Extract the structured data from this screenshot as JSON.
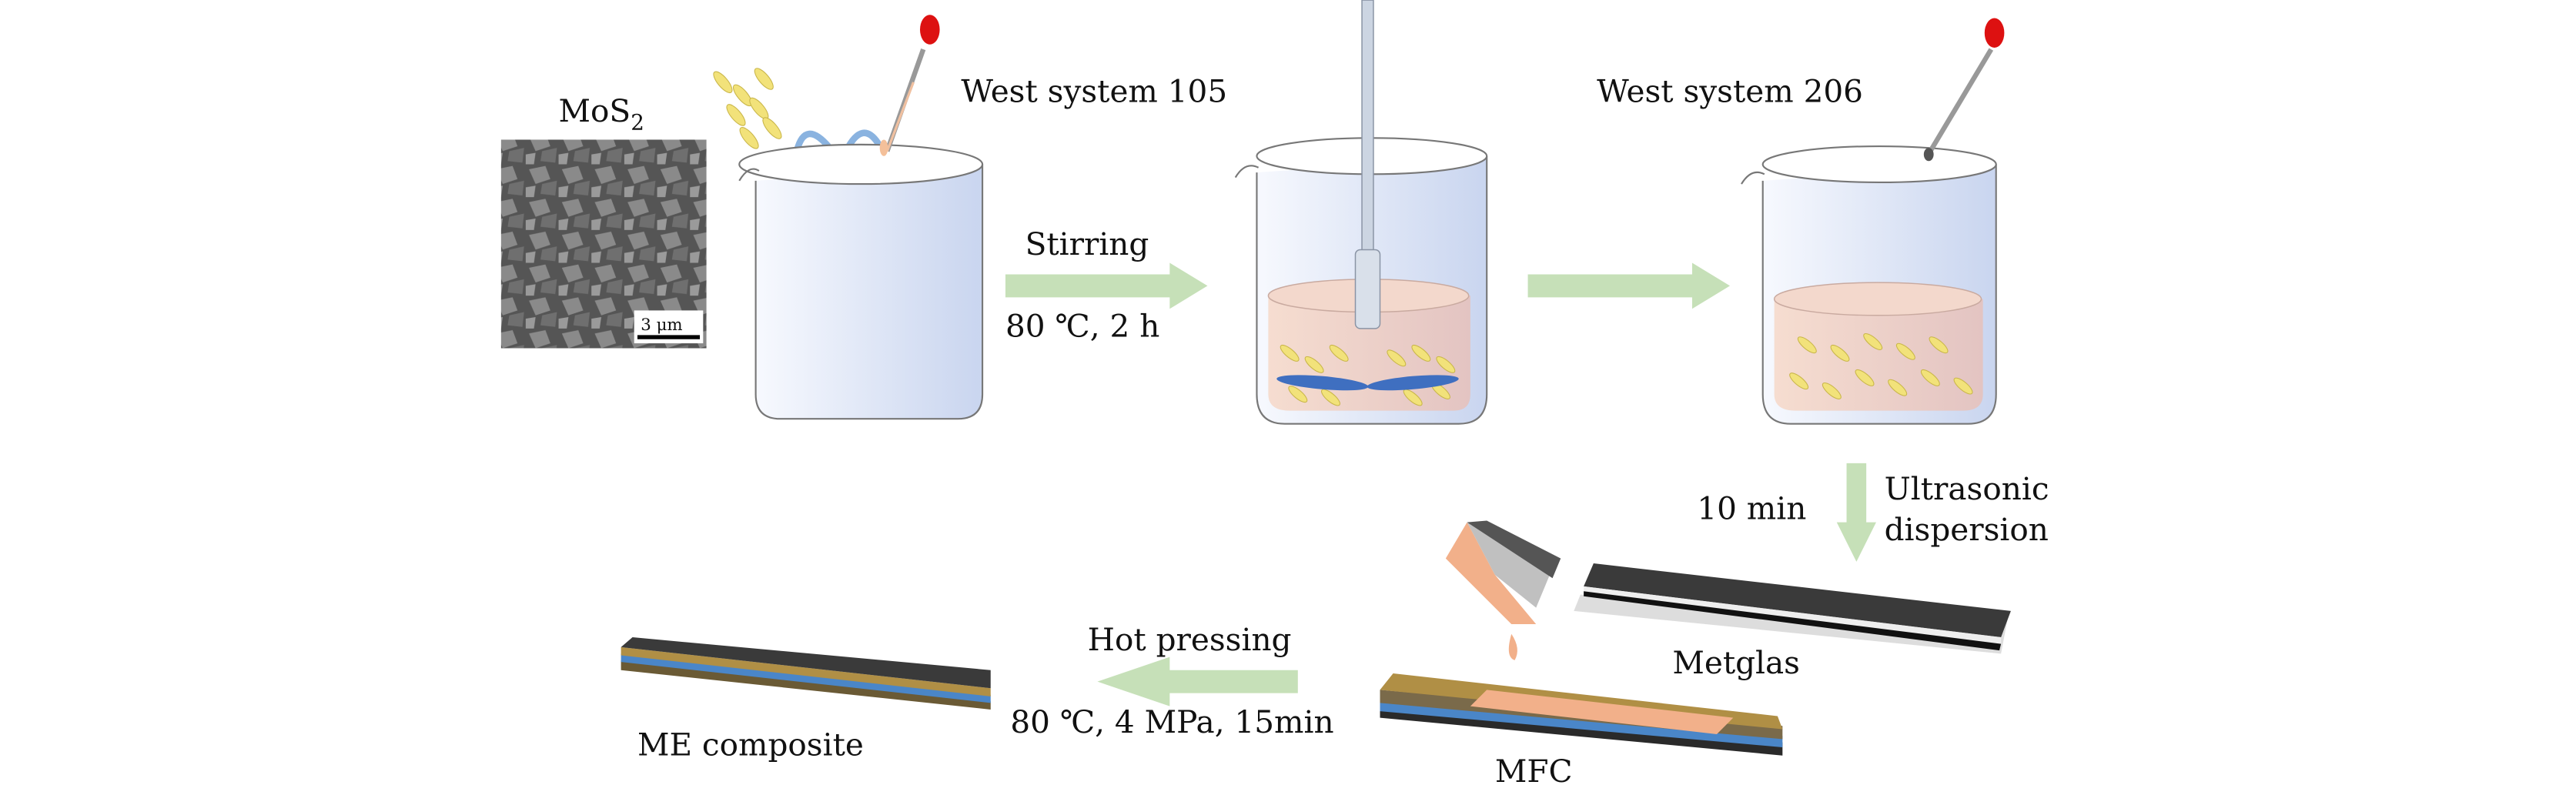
{
  "labels": {
    "mos2": "MoS",
    "mos2_sub": "2",
    "scale_bar": "3 μm",
    "west105": "West system 105",
    "stirring": "Stirring",
    "stir_cond": "80 ℃, 2 h",
    "west206": "West system 206",
    "ultra_time": "10 min",
    "ultra_1": "Ultrasonic",
    "ultra_2": "dispersion",
    "metglas": "Metglas",
    "mfc": "MFC",
    "hot_pressing": "Hot pressing",
    "press_cond": "80 ℃, 4 MPa, 15min",
    "me_composite": "ME composite"
  },
  "colors": {
    "arrow": "#c6e0b8",
    "flake": "#f2e27a",
    "liquid": "#f0d2c2",
    "beaker": "#dfe6f5",
    "blade": "#3f6fc0",
    "dropper_bulb": "#dd1111",
    "metglas": "#3a3a3a",
    "mfc_gold": "#b08f45",
    "mfc_pink": "#f2b08a",
    "mfc_blue": "#4a86c8"
  }
}
